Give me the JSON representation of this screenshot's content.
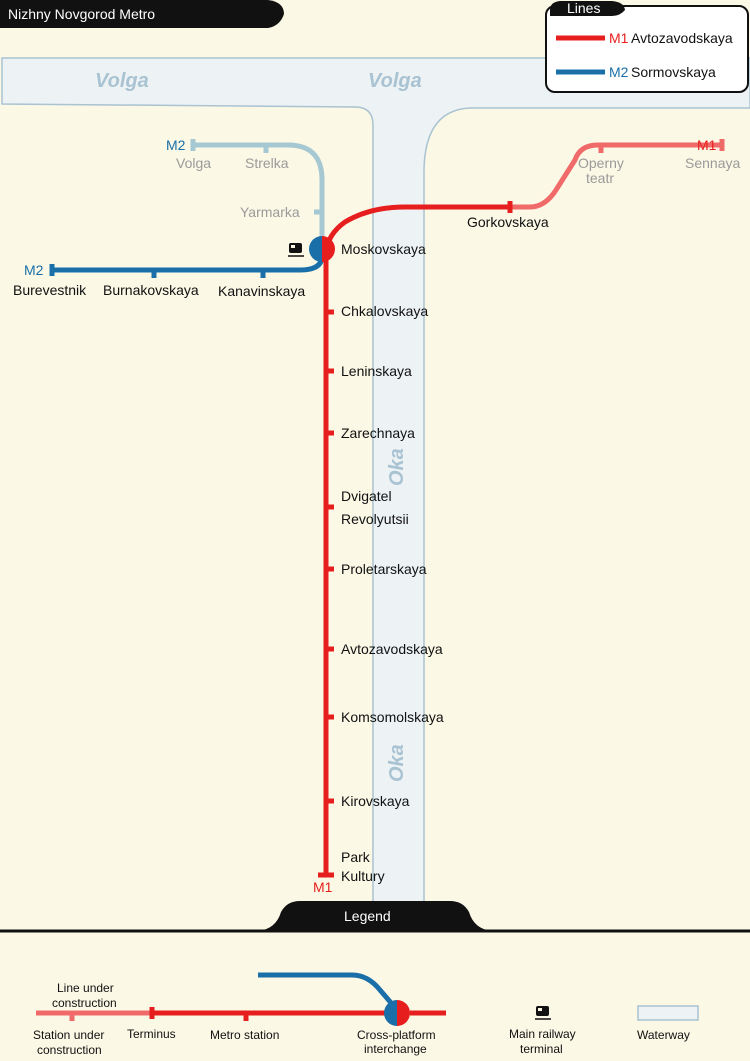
{
  "map": {
    "title": "Nizhny Novgorod Metro",
    "rivers": {
      "volga_left": "Volga",
      "volga_center": "Volga",
      "oka_upper": "Oka",
      "oka_lower": "Oka"
    }
  },
  "lines_box": {
    "title": "Lines",
    "items": [
      {
        "code": "M1",
        "name": "Avtozavodskaya",
        "color": "#e61e1e"
      },
      {
        "code": "M2",
        "name": "Sormovskaya",
        "color": "#1a6fa8"
      }
    ]
  },
  "line_markers": {
    "m1_bottom": "M1",
    "m1_right": "M1",
    "m2_left": "M2",
    "m2_top": "M2"
  },
  "stations": {
    "m2_uc": [
      "Volga",
      "Strelka",
      "Yarmarka"
    ],
    "m2": [
      "Burevestnik",
      "Burnakovskaya",
      "Kanavinskaya"
    ],
    "interchange": "Moskovskaya",
    "m1": [
      "Chkalovskaya",
      "Leninskaya",
      "Zarechnaya",
      "Dvigatel",
      "Revolyutsii",
      "Proletarskaya",
      "Avtozavodskaya",
      "Komsomolskaya",
      "Kirovskaya",
      "Park",
      "Kultury"
    ],
    "m1_east": "Gorkovskaya",
    "m1_uc": [
      "Operny",
      "teatr",
      "Sennaya"
    ]
  },
  "legend": {
    "title": "Legend",
    "line_uc_1": "Line under",
    "line_uc_2": "construction",
    "station_uc_1": "Station under",
    "station_uc_2": "construction",
    "terminus": "Terminus",
    "metro_station": "Metro station",
    "interchange_1": "Cross-platform",
    "interchange_2": "interchange",
    "railway_1": "Main railway",
    "railway_2": "terminal",
    "waterway": "Waterway"
  },
  "colors": {
    "m1": "#e61e1e",
    "m1_uc": "#f06a6a",
    "m2": "#1a6fa8",
    "m2_uc": "#a6c8d2",
    "water": "#edf2f5",
    "water_edge": "#a9c3d2",
    "background": "#fbf8e6"
  }
}
